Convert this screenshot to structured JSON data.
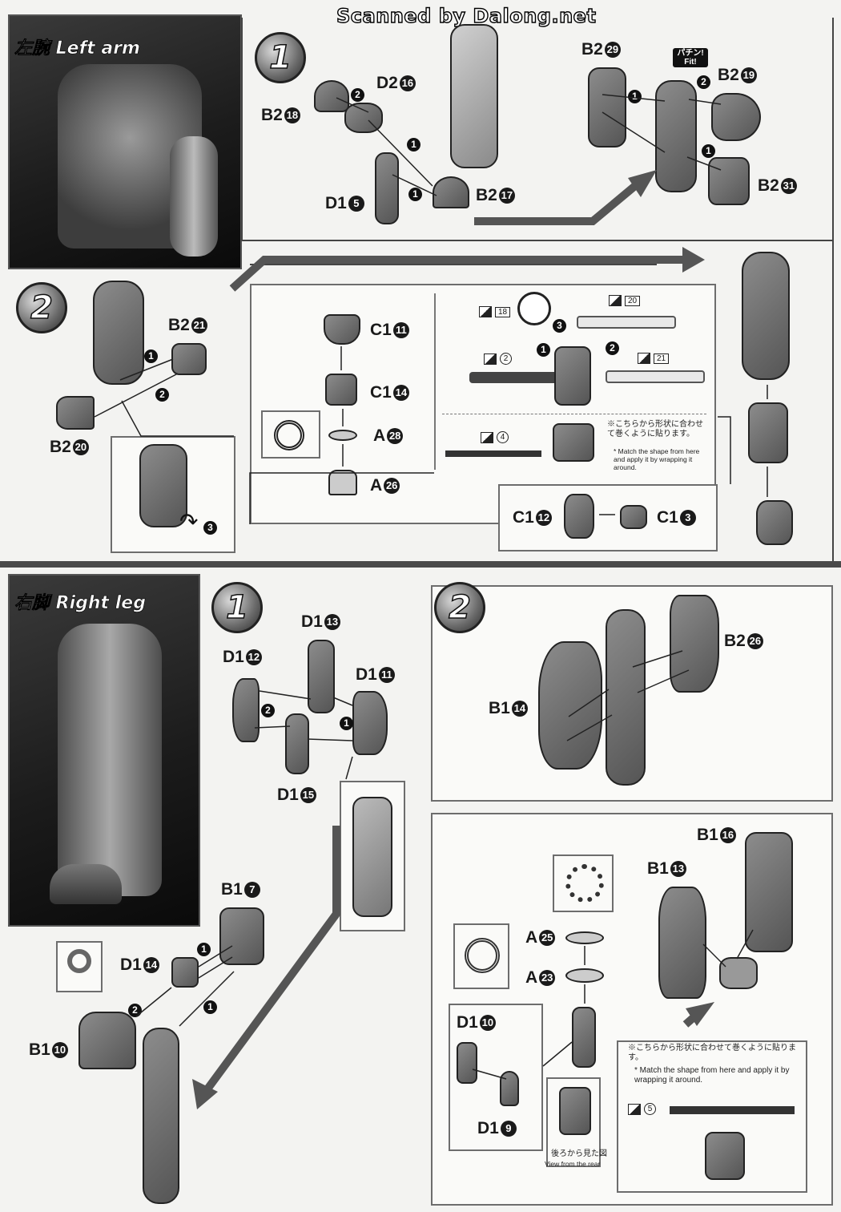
{
  "header": {
    "scan_credit": "Scanned by Dalong.net"
  },
  "left_arm": {
    "title": "左腕 Left arm",
    "step1": {
      "badge": "1",
      "labels": {
        "b2_18": {
          "part": "B2",
          "num": "18"
        },
        "d2_16": {
          "part": "D2",
          "num": "16"
        },
        "d1_5": {
          "part": "D1",
          "num": "5"
        },
        "b2_17": {
          "part": "B2",
          "num": "17"
        },
        "b2_29": {
          "part": "B2",
          "num": "29"
        },
        "b2_19": {
          "part": "B2",
          "num": "19"
        },
        "b2_31": {
          "part": "B2",
          "num": "31"
        }
      },
      "fit_label": "パチン! Fit!"
    },
    "step2": {
      "badge": "2",
      "labels": {
        "b2_21": {
          "part": "B2",
          "num": "21"
        },
        "b2_20": {
          "part": "B2",
          "num": "20"
        },
        "c1_11": {
          "part": "C1",
          "num": "11"
        },
        "c1_14": {
          "part": "C1",
          "num": "14"
        },
        "a_28": {
          "part": "A",
          "num": "28"
        },
        "a_26": {
          "part": "A",
          "num": "26"
        },
        "c1_12": {
          "part": "C1",
          "num": "12"
        },
        "c1_3": {
          "part": "C1",
          "num": "3"
        }
      },
      "stickers": {
        "s18": "18",
        "s20": "20",
        "s2": "2",
        "s21": "21",
        "s4": "4"
      },
      "note_ja": "※こちらから形状に合わせて巻くように貼ります。",
      "note_en": "* Match the shape from here and apply it by wrapping it around."
    }
  },
  "right_leg": {
    "title": "右脚 Right leg",
    "step1": {
      "badge": "1",
      "labels": {
        "d1_13": {
          "part": "D1",
          "num": "13"
        },
        "d1_12": {
          "part": "D1",
          "num": "12"
        },
        "d1_11": {
          "part": "D1",
          "num": "11"
        },
        "d1_15": {
          "part": "D1",
          "num": "15"
        },
        "b1_7": {
          "part": "B1",
          "num": "7"
        },
        "d1_14": {
          "part": "D1",
          "num": "14"
        },
        "b1_10": {
          "part": "B1",
          "num": "10"
        }
      }
    },
    "step2": {
      "badge": "2",
      "labels": {
        "b2_26": {
          "part": "B2",
          "num": "26"
        },
        "b1_14": {
          "part": "B1",
          "num": "14"
        },
        "b1_16": {
          "part": "B1",
          "num": "16"
        },
        "b1_13": {
          "part": "B1",
          "num": "13"
        },
        "a_25": {
          "part": "A",
          "num": "25"
        },
        "a_23": {
          "part": "A",
          "num": "23"
        },
        "d1_10": {
          "part": "D1",
          "num": "10"
        },
        "d1_9": {
          "part": "D1",
          "num": "9"
        }
      },
      "stickers": {
        "s5": "5"
      },
      "note_ja": "※こちらから形状に合わせて巻くように貼ります。",
      "note_en": "* Match the shape from here and apply it by wrapping it around.",
      "rear_view_ja": "後ろから見た図",
      "rear_view_en": "View from the rear"
    }
  }
}
